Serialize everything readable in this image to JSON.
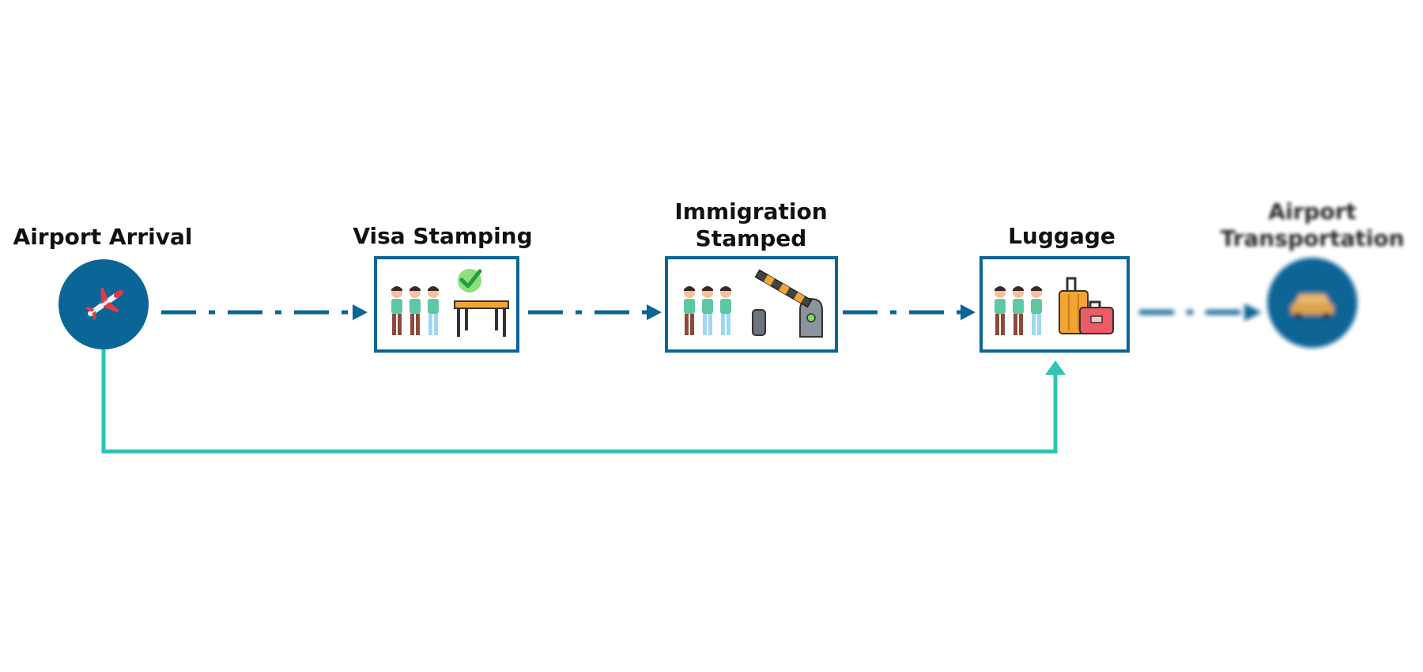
{
  "colors": {
    "primary": "#0b6596",
    "connector": "#2ec4b6",
    "box_border": "#0b6596",
    "title_text": "#111111"
  },
  "nodes": [
    {
      "id": "airport-arrival",
      "title": "Airport Arrival",
      "shape": "circle",
      "icon": "airplane-icon"
    },
    {
      "id": "visa-stamping",
      "title": "Visa Stamping",
      "shape": "box",
      "icon": "queue-desk-check-icon"
    },
    {
      "id": "immigration-stamped",
      "title": "Immigration Stamped",
      "shape": "box",
      "icon": "queue-barrier-gate-icon"
    },
    {
      "id": "luggage",
      "title": "Luggage",
      "shape": "box",
      "icon": "queue-suitcases-icon"
    },
    {
      "id": "airport-transportation",
      "title": "Airport Transportation",
      "shape": "circle",
      "icon": "car-icon",
      "blurred": true
    }
  ],
  "edges": [
    {
      "from": "airport-arrival",
      "to": "visa-stamping",
      "style": "dash-dot",
      "color": "primary"
    },
    {
      "from": "visa-stamping",
      "to": "immigration-stamped",
      "style": "dash-dot",
      "color": "primary"
    },
    {
      "from": "immigration-stamped",
      "to": "luggage",
      "style": "dash-dot",
      "color": "primary"
    },
    {
      "from": "luggage",
      "to": "airport-transportation",
      "style": "dash-dot",
      "color": "primary"
    },
    {
      "from": "airport-arrival",
      "to": "luggage",
      "style": "solid-bypass",
      "color": "connector"
    }
  ]
}
